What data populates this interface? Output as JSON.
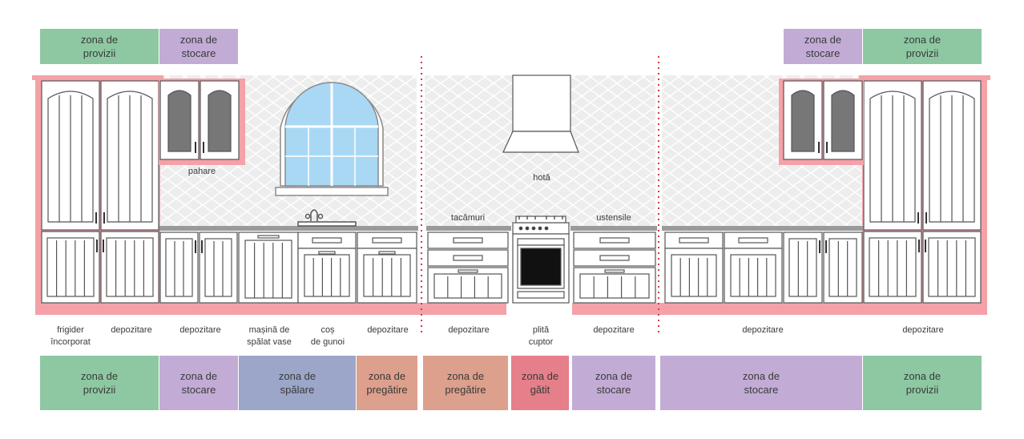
{
  "colors": {
    "provizii": "#8dc8a3",
    "stocare": "#c2acd6",
    "spalare": "#9ba6c8",
    "pregatire": "#dca08c",
    "gatit": "#e57f8a",
    "frame": "#f4a1a8",
    "cabinet_stroke": "#555555",
    "backsplash": "#e7e7e7",
    "window_glass": "#a9d8f5"
  },
  "top_zones": [
    {
      "label": "zona de\nprovizii",
      "color": "provizii"
    },
    {
      "label": "zona de\nstocare",
      "color": "stocare"
    },
    {
      "label": "zona de\nstocare",
      "color": "stocare"
    },
    {
      "label": "zona de\nprovizii",
      "color": "provizii"
    }
  ],
  "bottom_zones": [
    {
      "label": "zona de\nprovizii",
      "color": "provizii"
    },
    {
      "label": "zona de\nstocare",
      "color": "stocare"
    },
    {
      "label": "zona de\nspălare",
      "color": "spalare"
    },
    {
      "label": "zona de\npregătire",
      "color": "pregatire"
    },
    {
      "label": "zona de\npregătire",
      "color": "pregatire"
    },
    {
      "label": "zona de\ngătit",
      "color": "gatit"
    },
    {
      "label": "zona de\nstocare",
      "color": "stocare"
    },
    {
      "label": "zona de\nstocare",
      "color": "stocare"
    },
    {
      "label": "zona de\nprovizii",
      "color": "provizii"
    }
  ],
  "captions": [
    "frigider\nîncorporat",
    "depozitare",
    "depozitare",
    "mașină de\nspălat vase",
    "coș\nde gunoi",
    "depozitare",
    "depozitare",
    "plită\ncuptor",
    "depozitare",
    "depozitare",
    "depozitare"
  ],
  "labels": {
    "glasses": "pahare",
    "hood": "hotă",
    "cutlery": "tacâmuri",
    "utensils": "ustensile"
  }
}
